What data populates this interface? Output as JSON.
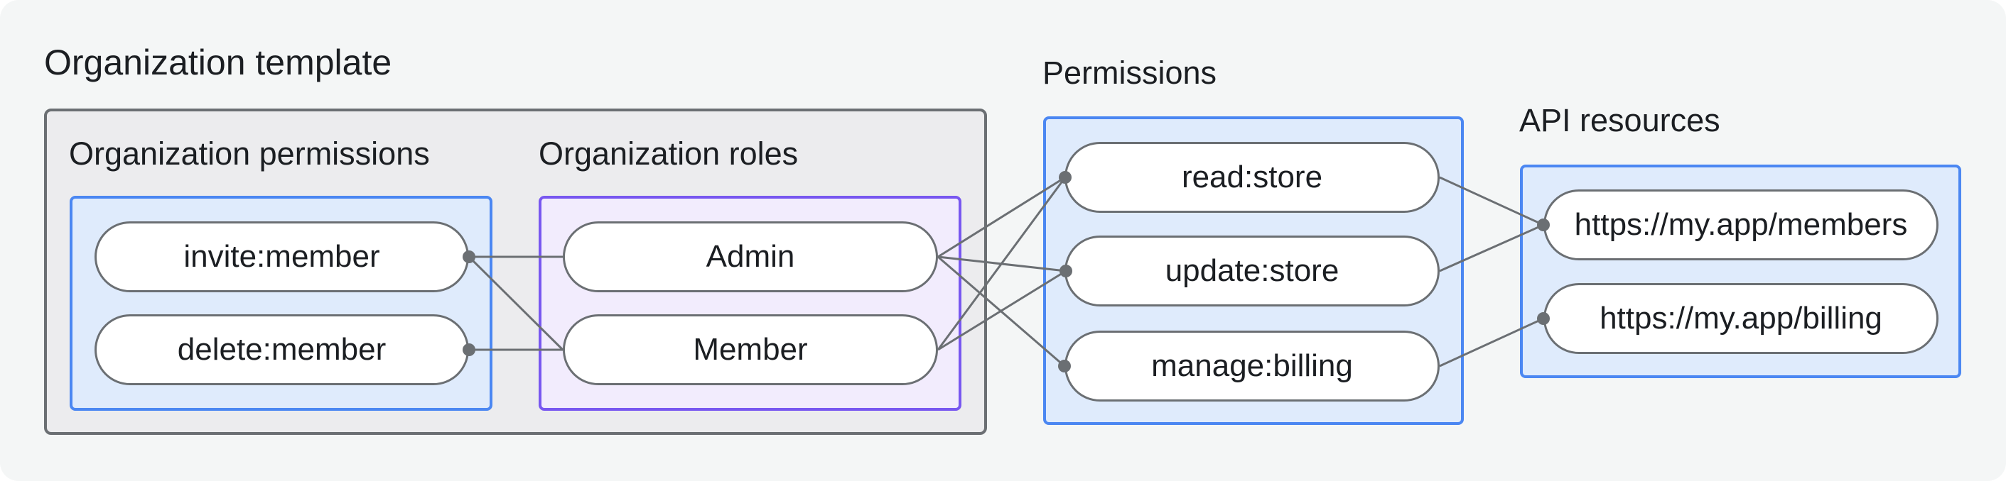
{
  "title": "Organization template",
  "sections": {
    "org_permissions": {
      "label": "Organization permissions",
      "items": [
        "invite:member",
        "delete:member"
      ]
    },
    "org_roles": {
      "label": "Organization roles",
      "items": [
        "Admin",
        "Member"
      ]
    },
    "permissions": {
      "label": "Permissions",
      "items": [
        "read:store",
        "update:store",
        "manage:billing"
      ]
    },
    "api_resources": {
      "label": "API resources",
      "items": [
        "https://my.app/members",
        "https://my.app/billing"
      ]
    }
  },
  "edges": [
    {
      "from": "invite:member",
      "to": "Admin"
    },
    {
      "from": "invite:member",
      "to": "Member"
    },
    {
      "from": "delete:member",
      "to": "Member"
    },
    {
      "from": "Admin",
      "to": "read:store"
    },
    {
      "from": "Admin",
      "to": "update:store"
    },
    {
      "from": "Admin",
      "to": "manage:billing"
    },
    {
      "from": "Member",
      "to": "read:store"
    },
    {
      "from": "Member",
      "to": "update:store"
    },
    {
      "from": "read:store",
      "to": "https://my.app/members"
    },
    {
      "from": "update:store",
      "to": "https://my.app/members"
    },
    {
      "from": "manage:billing",
      "to": "https://my.app/billing"
    }
  ],
  "colors": {
    "background": "#f4f6f6",
    "outer_box_fill": "#ececee",
    "outer_box_border": "#6b6f73",
    "blue_box_fill": "#dfebfc",
    "blue_box_border": "#4b87f2",
    "purple_box_fill": "#f2ecfd",
    "purple_box_border": "#7857f0",
    "pill_fill": "#ffffff",
    "pill_border": "#6b6f73",
    "edge_line": "#6b6f73",
    "text": "#1b1e22"
  }
}
